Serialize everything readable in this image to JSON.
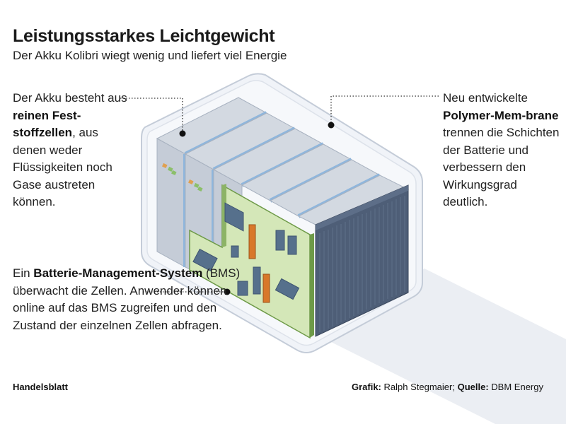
{
  "header": {
    "title": "Leistungsstarkes Leichtgewicht",
    "subtitle": "Der Akku Kolibri wiegt wenig und liefert viel Energie"
  },
  "annotations": {
    "cells": {
      "p1": "Der Akku besteht aus ",
      "b1": "reinen Fest-stoffzellen",
      "p2": ", aus denen weder Flüssigkeiten noch Gase austreten können."
    },
    "membrane": {
      "p1": "Neu entwickelte ",
      "b1": "Polymer-Mem-brane",
      "p2": " trennen die Schichten der Batterie und verbessern den Wirkungsgrad deutlich."
    },
    "bms": {
      "p1": "Ein ",
      "b1": "Batterie-Management-System",
      "p2": " (BMS) überwacht die Zellen. Anwender können online auf das BMS zugreifen und den Zustand der einzelnen Zellen abfragen."
    }
  },
  "footer": {
    "publisher": "Handelsblatt",
    "credit_label": "Grafik:",
    "credit_name": "Ralph Stegmaier;",
    "source_label": "Quelle:",
    "source_name": "DBM Energy"
  },
  "colors": {
    "cell_top": "#d3d9e1",
    "cell_side": "#c3cbd6",
    "cell_front": "#4e5e77",
    "membrane": "#8fb6dc",
    "board": "#d4e7b8",
    "board_edge": "#6e9a48",
    "chip": "#56708c",
    "chip_orange": "#d8782a",
    "casing": "#eef1f6"
  }
}
